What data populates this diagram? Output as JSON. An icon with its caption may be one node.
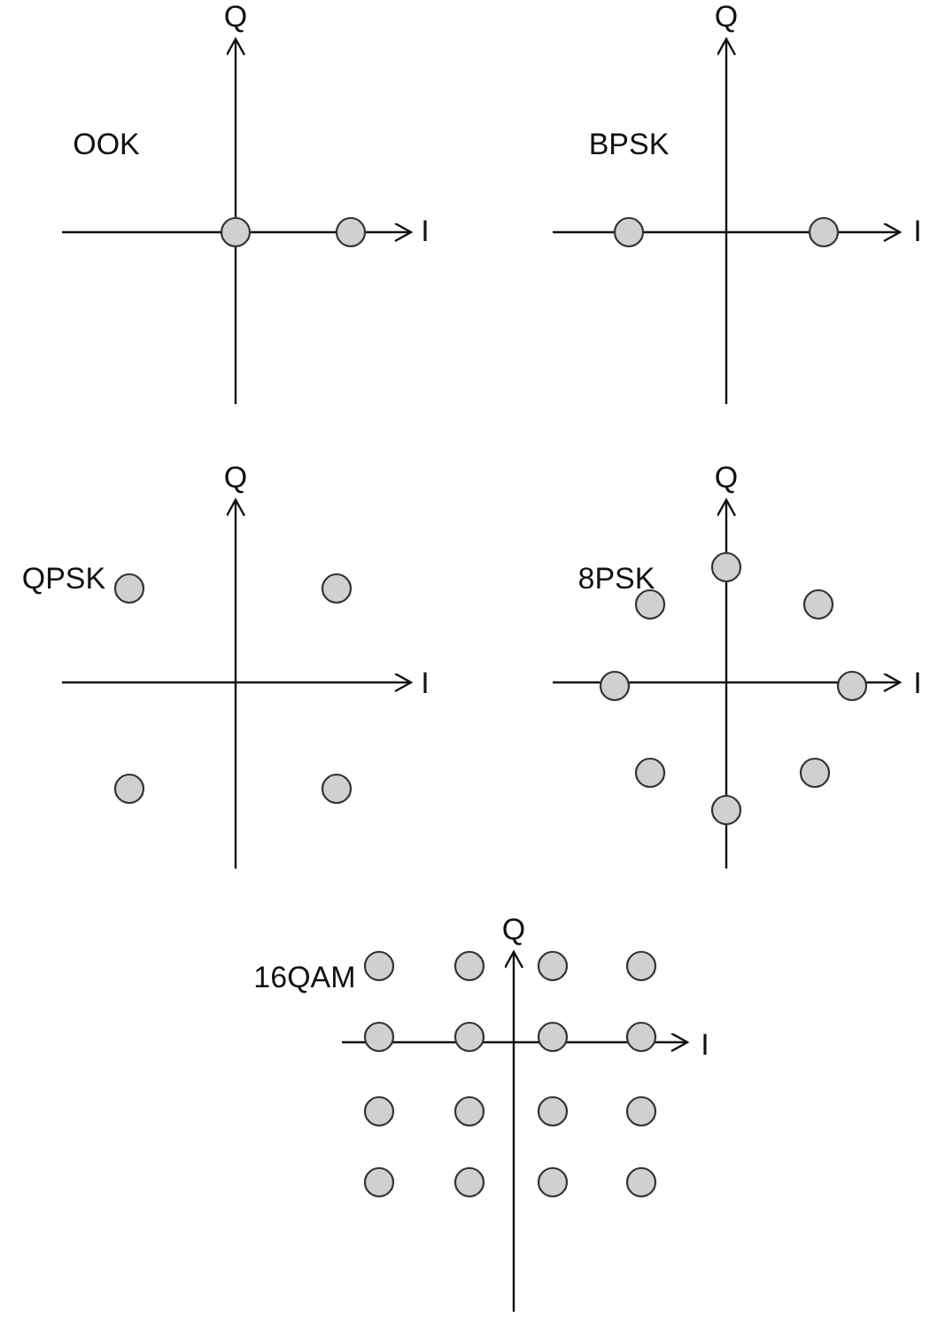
{
  "diagram": {
    "labels": [
      "Q",
      "Q",
      "OOK",
      "BPSK",
      "I",
      "I",
      "Q",
      "Q",
      "QPSK",
      "8PSK",
      "I",
      "I",
      "Q",
      "16QAM",
      "I"
    ]
  }
}
